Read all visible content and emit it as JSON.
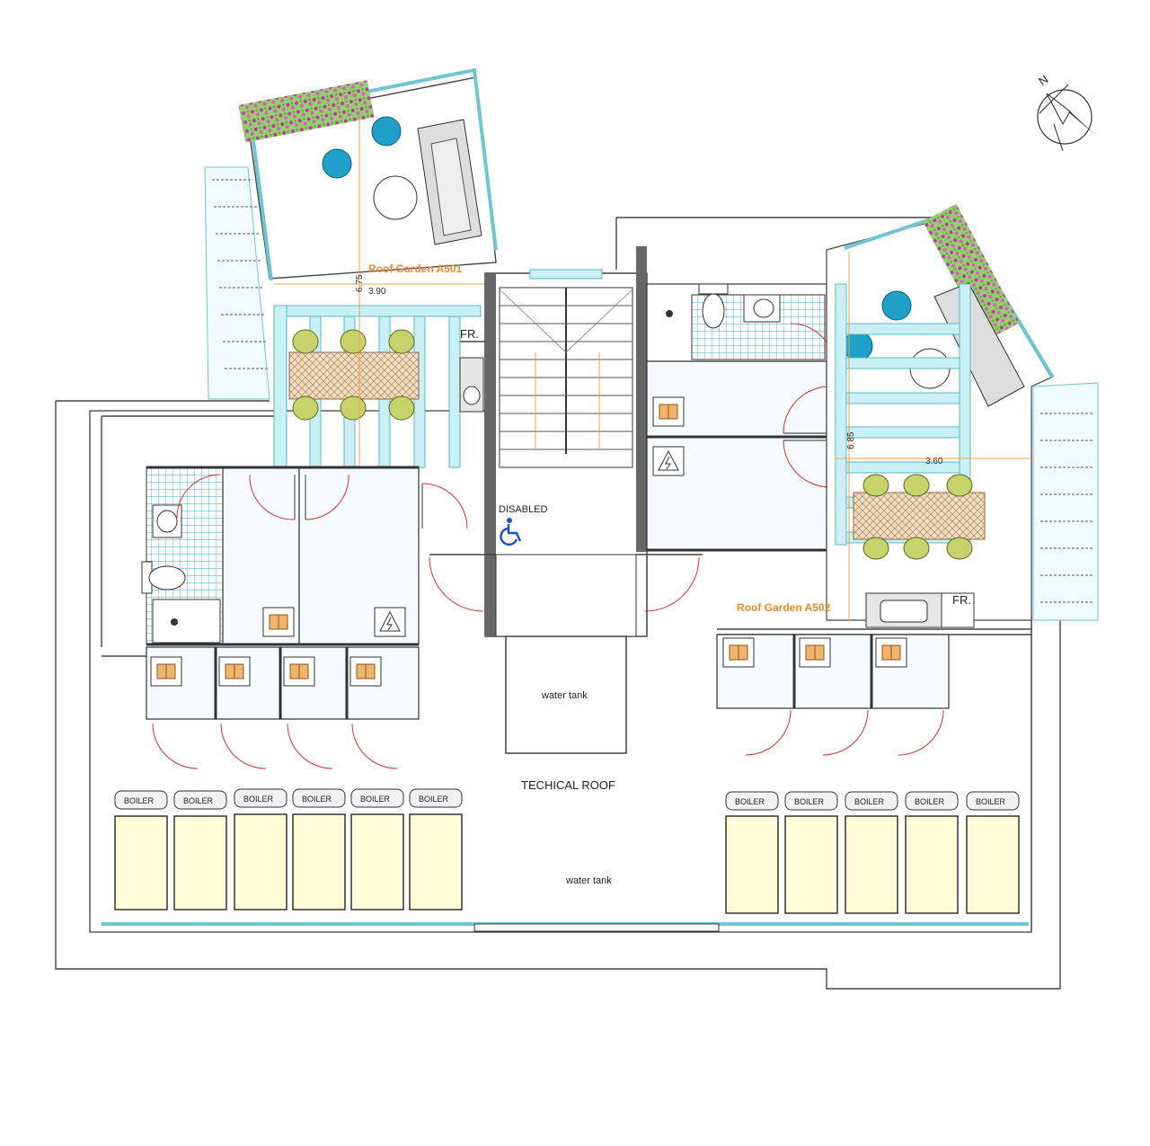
{
  "labels": {
    "roof_garden_a501": "Roof Garden A501",
    "roof_garden_a502": "Roof Garden A502",
    "technical_roof": "TECHICAL ROOF",
    "water_tank_top": "water tank",
    "water_tank_bottom": "water tank",
    "disabled": "DISABLED",
    "fridge_left": "FR.",
    "fridge_right": "FR.",
    "north": "N"
  },
  "dimensions": {
    "a501_width": "3.90",
    "a501_depth": "6.75",
    "a502_width": "3.60",
    "a502_depth": "6.85"
  },
  "boilers": {
    "left": [
      "BOILER",
      "BOILER",
      "BOILER",
      "BOILER",
      "BOILER",
      "BOILER"
    ],
    "right": [
      "BOILER",
      "BOILER",
      "BOILER",
      "BOILER",
      "BOILER"
    ]
  },
  "colors": {
    "garden_label": "#e88a2e",
    "glass": "#c9f1f5",
    "door_swing": "#cc3333",
    "solar_panel": "#fefdd8",
    "storage_box": "#f2b36b",
    "accessibility": "#1a57c9"
  },
  "icons": {
    "storage": "package-box-icon",
    "electrical": "electric-panel-icon",
    "accessibility": "wheelchair-icon",
    "compass": "north-arrow-icon"
  }
}
